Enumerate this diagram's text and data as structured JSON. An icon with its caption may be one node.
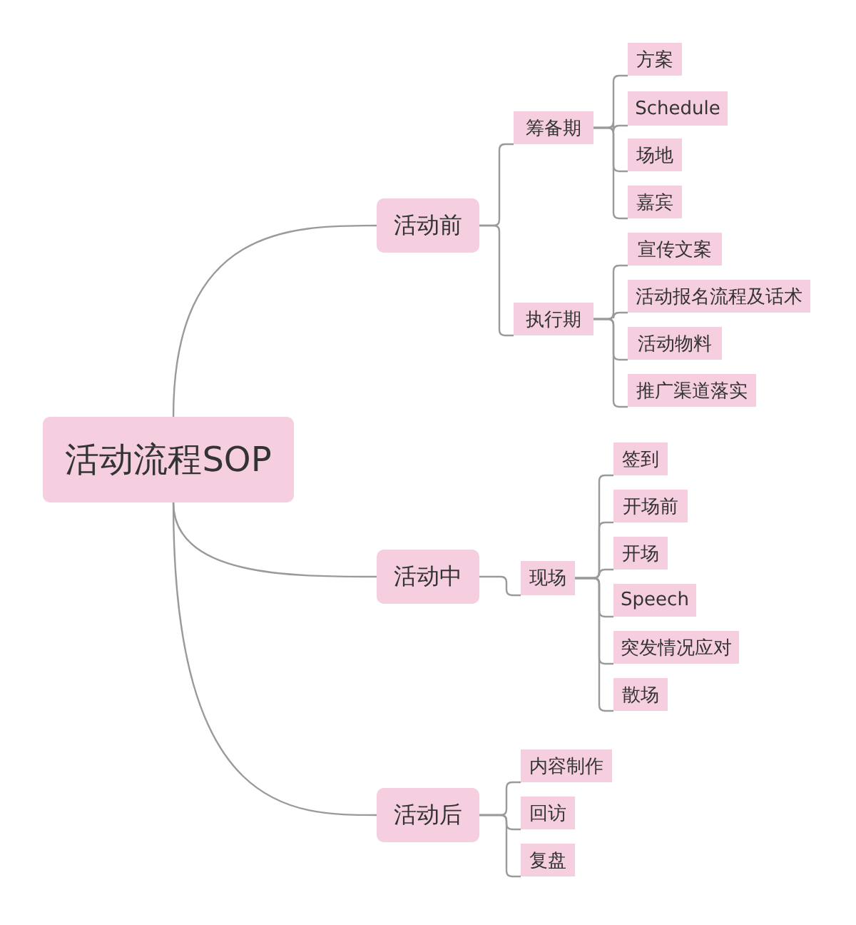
{
  "diagram": {
    "nodes": [
      {
        "text": [
          "活动流程SOP"
        ]
      },
      {
        "text": [
          "活动前"
        ]
      },
      {
        "text": [
          "筹备期"
        ]
      },
      {
        "text": [
          "方案"
        ]
      },
      {
        "text": [
          "Schedule"
        ]
      },
      {
        "text": [
          "场地"
        ]
      },
      {
        "text": [
          "嘉宾"
        ]
      },
      {
        "text": [
          "执行期"
        ]
      },
      {
        "text": [
          "宣传文案"
        ]
      },
      {
        "text": [
          "活动报名流程及话术"
        ]
      },
      {
        "text": [
          "活动物料"
        ]
      },
      {
        "text": [
          "推广渠道落实"
        ]
      },
      {
        "text": [
          "活动中"
        ]
      },
      {
        "text": [
          "现场"
        ]
      },
      {
        "text": [
          "签到"
        ]
      },
      {
        "text": [
          "开场前"
        ]
      },
      {
        "text": [
          "开场"
        ]
      },
      {
        "text": [
          "Speech"
        ]
      },
      {
        "text": [
          "突发情况应对"
        ]
      },
      {
        "text": [
          "散场"
        ]
      },
      {
        "text": [
          "活动后"
        ]
      },
      {
        "text": [
          "内容制作"
        ]
      },
      {
        "text": [
          "回访"
        ]
      },
      {
        "text": [
          "复盘"
        ]
      }
    ],
    "edges": [
      {
        "from": 0,
        "to": 1,
        "arrow": "none"
      },
      {
        "from": 1,
        "to": 2,
        "arrow": "none"
      },
      {
        "from": 2,
        "to": 3,
        "arrow": "none"
      },
      {
        "from": 2,
        "to": 4,
        "arrow": "none"
      },
      {
        "from": 2,
        "to": 5,
        "arrow": "none"
      },
      {
        "from": 2,
        "to": 6,
        "arrow": "none"
      },
      {
        "from": 1,
        "to": 7,
        "arrow": "none"
      },
      {
        "from": 7,
        "to": 8,
        "arrow": "none"
      },
      {
        "from": 7,
        "to": 9,
        "arrow": "none"
      },
      {
        "from": 7,
        "to": 10,
        "arrow": "none"
      },
      {
        "from": 7,
        "to": 11,
        "arrow": "none"
      },
      {
        "from": 0,
        "to": 12,
        "arrow": "none"
      },
      {
        "from": 12,
        "to": 13,
        "arrow": "none"
      },
      {
        "from": 13,
        "to": 14,
        "arrow": "none"
      },
      {
        "from": 13,
        "to": 15,
        "arrow": "none"
      },
      {
        "from": 13,
        "to": 16,
        "arrow": "none"
      },
      {
        "from": 13,
        "to": 17,
        "arrow": "none"
      },
      {
        "from": 13,
        "to": 18,
        "arrow": "none"
      },
      {
        "from": 13,
        "to": 19,
        "arrow": "none"
      },
      {
        "from": 0,
        "to": 20,
        "arrow": "none"
      },
      {
        "from": 20,
        "to": 21,
        "arrow": "none"
      },
      {
        "from": 20,
        "to": 22,
        "arrow": "none"
      },
      {
        "from": 20,
        "to": 23,
        "arrow": "none"
      }
    ]
  }
}
